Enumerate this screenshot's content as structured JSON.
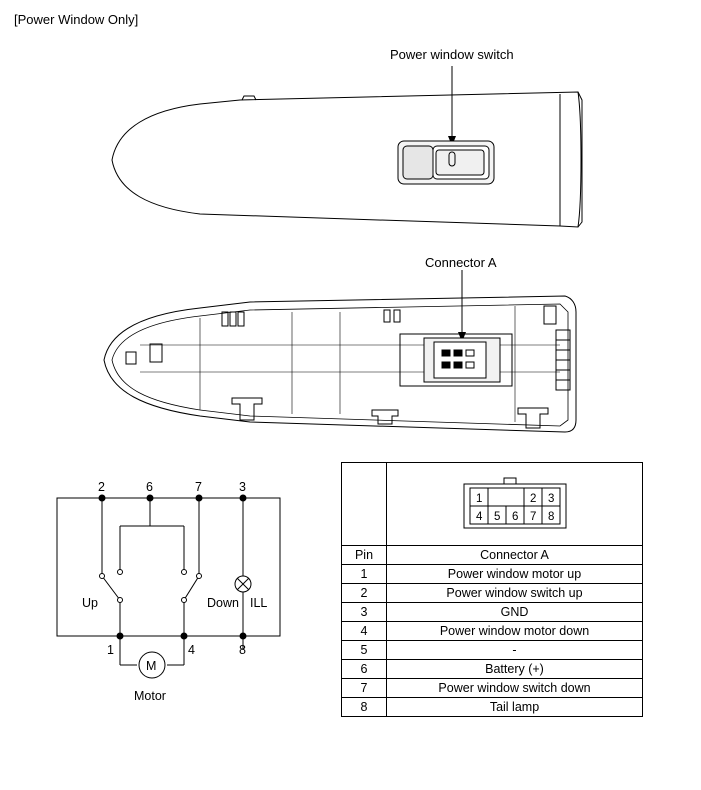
{
  "header": "[Power Window Only]",
  "callouts": {
    "switch": "Power window switch",
    "connector": "Connector A"
  },
  "schematic": {
    "terminals_top": [
      "2",
      "6",
      "7",
      "3"
    ],
    "terminals_bottom": [
      "1",
      "4",
      "8"
    ],
    "label_up": "Up",
    "label_down": "Down",
    "label_ill": "ILL",
    "motor_symbol": "M",
    "motor_label": "Motor"
  },
  "pin_table": {
    "connector_face": {
      "top_row": [
        "1",
        "",
        "2",
        "3"
      ],
      "bottom_row": [
        "4",
        "5",
        "6",
        "7",
        "8"
      ]
    },
    "header_pin": "Pin",
    "header_name": "Connector A",
    "rows": [
      {
        "pin": "1",
        "desc": "Power window motor up"
      },
      {
        "pin": "2",
        "desc": "Power window switch up"
      },
      {
        "pin": "3",
        "desc": "GND"
      },
      {
        "pin": "4",
        "desc": "Power window motor down"
      },
      {
        "pin": "5",
        "desc": "-"
      },
      {
        "pin": "6",
        "desc": "Battery (+)"
      },
      {
        "pin": "7",
        "desc": "Power window switch down"
      },
      {
        "pin": "8",
        "desc": "Tail lamp"
      }
    ]
  }
}
